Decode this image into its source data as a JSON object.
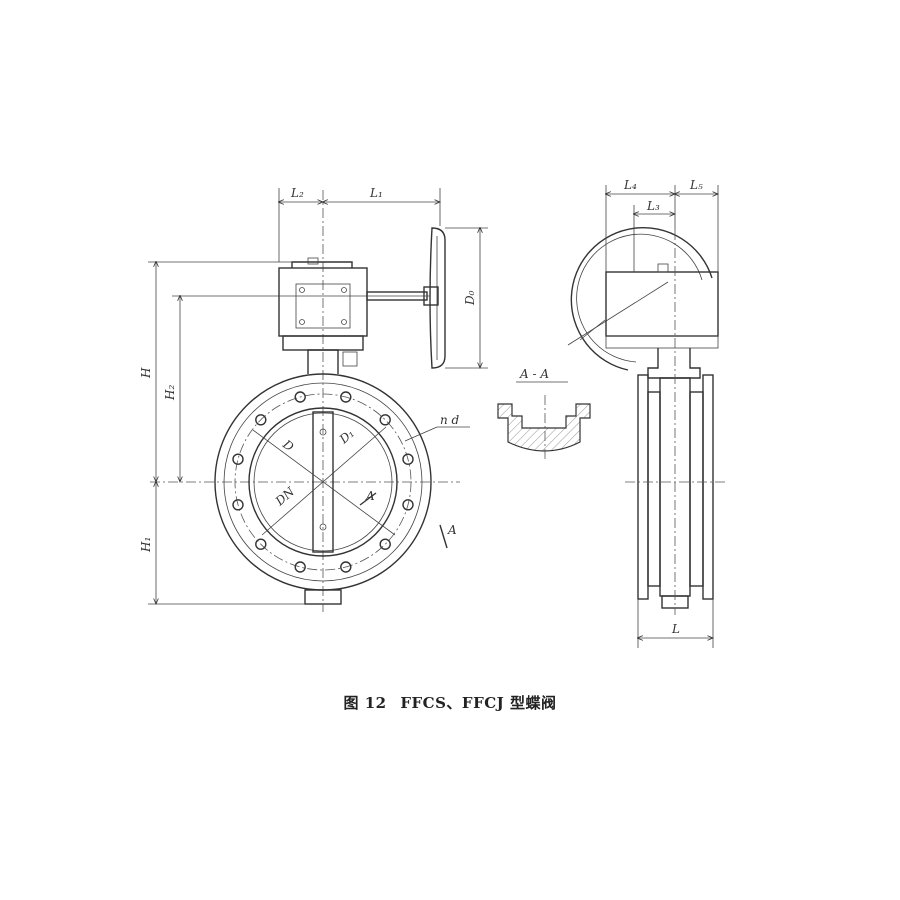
{
  "figure": {
    "number": "图 12",
    "title": "FFCS、FFCJ 型蝶阀"
  },
  "labels": {
    "L1": "L₁",
    "L2": "L₂",
    "L3": "L₃",
    "L4": "L₄",
    "L5": "L₅",
    "L": "L",
    "D0": "D₀",
    "H": "H",
    "H1": "H₁",
    "H2": "H₂",
    "D": "D",
    "D1": "D₁",
    "DN": "DN",
    "nd": "n  d",
    "A_top": "A",
    "A_bottom": "A",
    "section": "A - A"
  }
}
